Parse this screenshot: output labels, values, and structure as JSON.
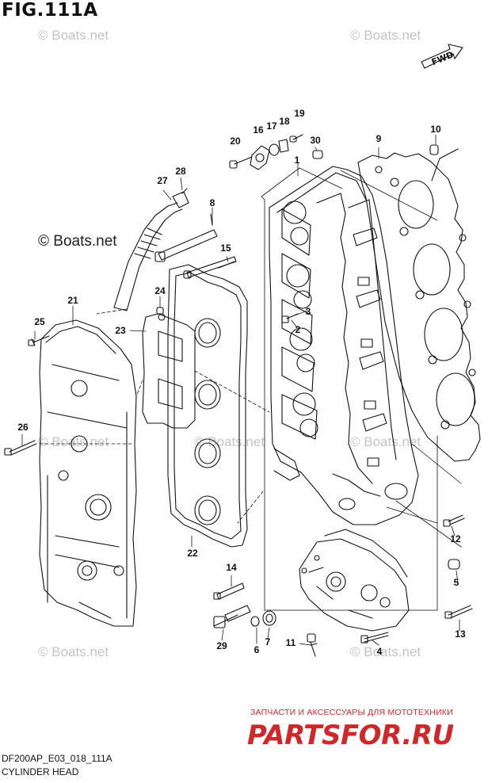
{
  "figure": {
    "title": "FIG.111A",
    "direction_mark": "FWD"
  },
  "watermarks": [
    "© Boats.net",
    "© Boats.net",
    "© Boats.net",
    "© Boats.net",
    "© Boats.net",
    "© Boats.net",
    "© Boats.net"
  ],
  "main_watermark": "© Boats.net",
  "callouts": [
    "1",
    "2",
    "3",
    "4",
    "5",
    "6",
    "7",
    "8",
    "9",
    "10",
    "11",
    "12",
    "13",
    "14",
    "15",
    "16",
    "17",
    "18",
    "19",
    "20",
    "21",
    "22",
    "23",
    "24",
    "25",
    "26",
    "27",
    "28",
    "29",
    "30"
  ],
  "shop": {
    "tagline": "ЗАПЧАСТИ И АКСЕССУАРЫ ДЛЯ МОТОТЕХНИКИ",
    "logo": "PARTSFOR.RU"
  },
  "footer": {
    "code": "DF200AP_E03_018_111A",
    "caption": "CYLINDER HEAD"
  }
}
